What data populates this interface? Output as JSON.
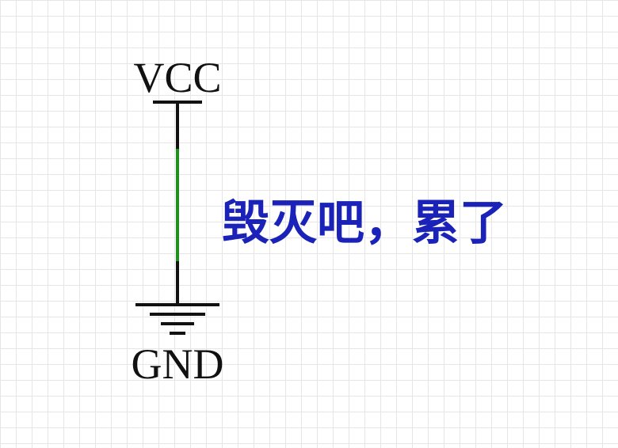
{
  "diagram": {
    "vcc_label": "VCC",
    "gnd_label": "GND",
    "annotation": "毁灭吧，累了"
  },
  "colors": {
    "wire": "#111111",
    "wire_active": "#1f8f1f",
    "annotation_text": "#1a22b8",
    "grid": "#e6e6e6"
  },
  "icons": {
    "power": "vcc-bar-icon",
    "ground": "ground-symbol-icon"
  }
}
